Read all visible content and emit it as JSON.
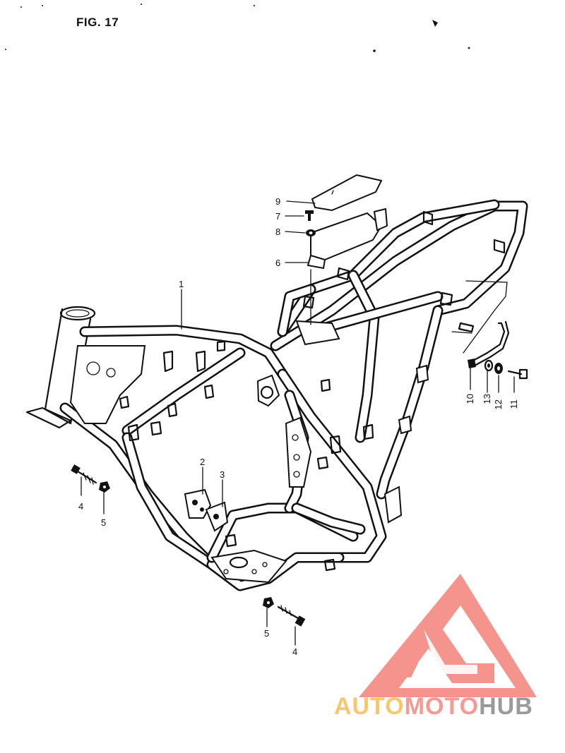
{
  "figure": {
    "title": "FIG. 17"
  },
  "callouts": [
    {
      "key": "c1",
      "label": "1"
    },
    {
      "key": "c2",
      "label": "2"
    },
    {
      "key": "c3",
      "label": "3"
    },
    {
      "key": "c4a",
      "label": "4"
    },
    {
      "key": "c5a",
      "label": "5"
    },
    {
      "key": "c4b",
      "label": "4"
    },
    {
      "key": "c5b",
      "label": "5"
    },
    {
      "key": "c6",
      "label": "6"
    },
    {
      "key": "c7",
      "label": "7"
    },
    {
      "key": "c8",
      "label": "8"
    },
    {
      "key": "c9",
      "label": "9"
    },
    {
      "key": "c10",
      "label": "10"
    },
    {
      "key": "c11",
      "label": "11"
    },
    {
      "key": "c12",
      "label": "12"
    },
    {
      "key": "c13",
      "label": "13"
    }
  ],
  "watermark": {
    "part1": "AUTO",
    "part2": "MOTO",
    "part3": "HUB",
    "colors": {
      "auto": "#f7c76b",
      "moto": "#f59a92",
      "hub": "#9a9a9a",
      "logo": "#f4827a"
    }
  }
}
